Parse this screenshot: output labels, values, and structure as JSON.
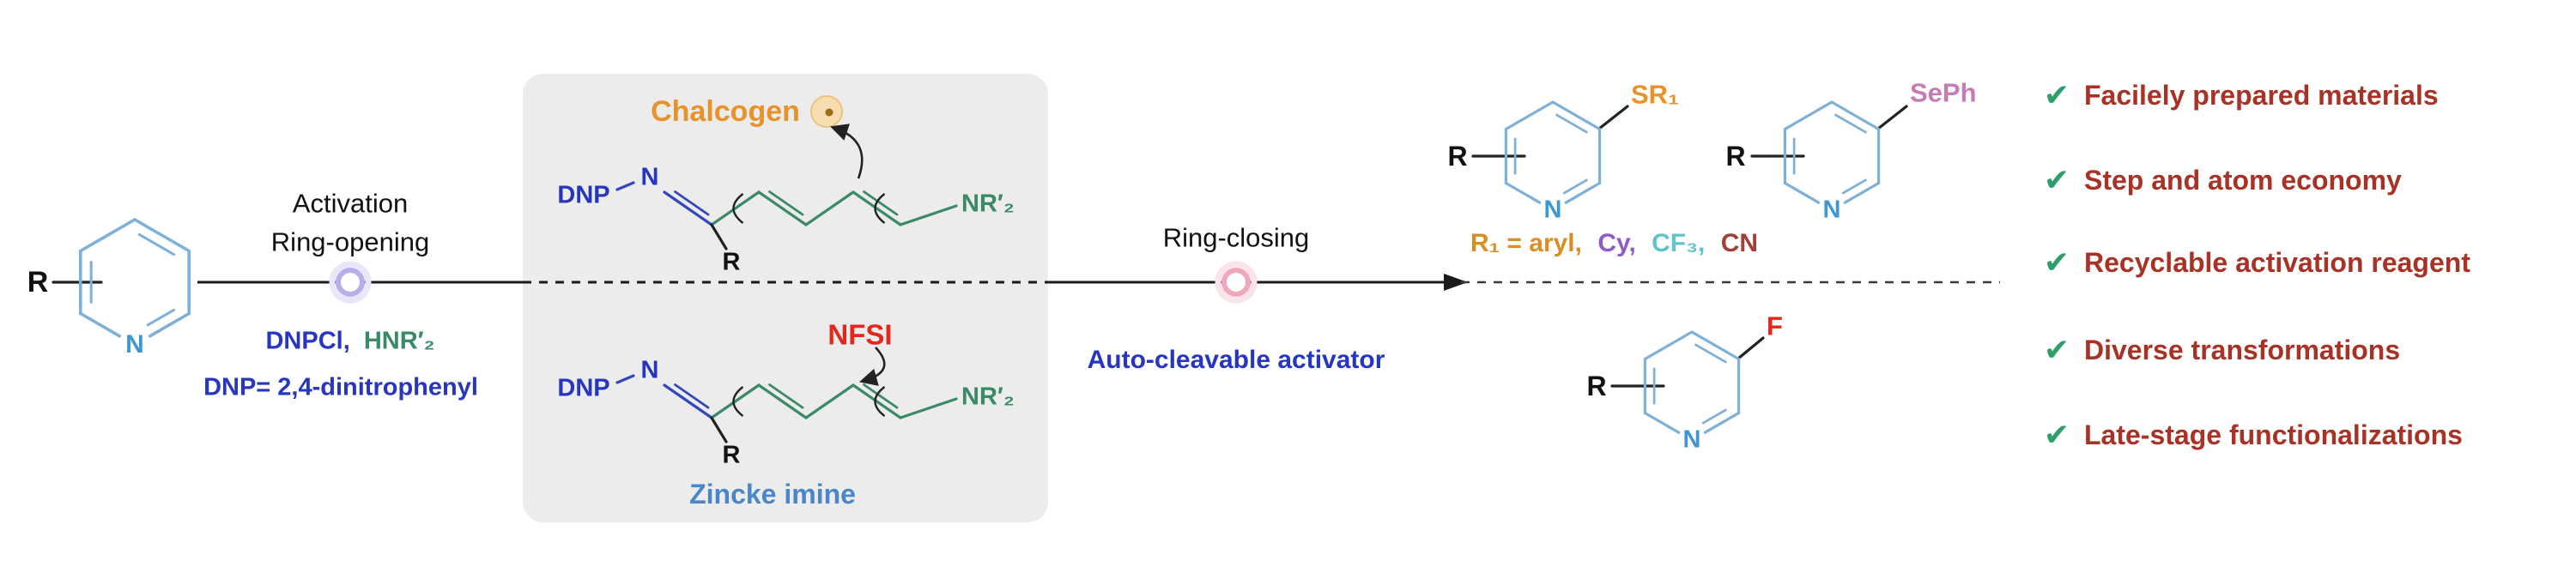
{
  "reactant": {
    "r": "R",
    "n": "N"
  },
  "activation": {
    "line1": "Activation",
    "line2": "Ring-opening",
    "reagent_blue": "DNPCl,",
    "reagent_green": "HNR′₂",
    "dnp_definition": "DNP= 2,4-dinitrophenyl"
  },
  "zincke_box": {
    "chalcogen": "Chalcogen",
    "nfsi": "NFSI",
    "caption": "Zincke imine",
    "top_chain": {
      "dnp": "DNP",
      "n": "N",
      "r": "R",
      "nr2": "NR′₂"
    },
    "bottom_chain": {
      "dnp": "DNP",
      "n": "N",
      "r": "R",
      "nr2": "NR′₂"
    }
  },
  "ring_closing": {
    "label": "Ring-closing",
    "activator": "Auto-cleavable activator"
  },
  "products": {
    "thioether": {
      "r": "R",
      "n": "N",
      "substituent": "SR₁"
    },
    "selenide": {
      "r": "R",
      "n": "N",
      "substituent": "SePh"
    },
    "fluoride": {
      "r": "R",
      "n": "N",
      "substituent": "F"
    },
    "r1_scope": {
      "part1": "R₁ = aryl,",
      "part2": "Cy,",
      "part3": "CF₃,",
      "part4": "CN"
    }
  },
  "benefits": {
    "check": "✔",
    "items": [
      "Facilely prepared materials",
      "Step and atom economy",
      "Recyclable activation reagent",
      "Diverse transformations",
      "Late-stage functionalizations"
    ]
  },
  "colors": {
    "ring_blue": "#7fb0d8",
    "nitrogen_blue": "#3e96d2",
    "royal_blue": "#2636c0",
    "green": "#3a8a68",
    "orange": "#e8922a",
    "red": "#e0281e",
    "pink": "#c77bb5",
    "purple": "#8e5bc8",
    "teal": "#5fc4cb",
    "maroon": "#a04038",
    "benefit_red": "#a93226",
    "check_green": "#2e9e6b",
    "steel_blue": "#4a86c8",
    "box_gray": "#ececec"
  }
}
